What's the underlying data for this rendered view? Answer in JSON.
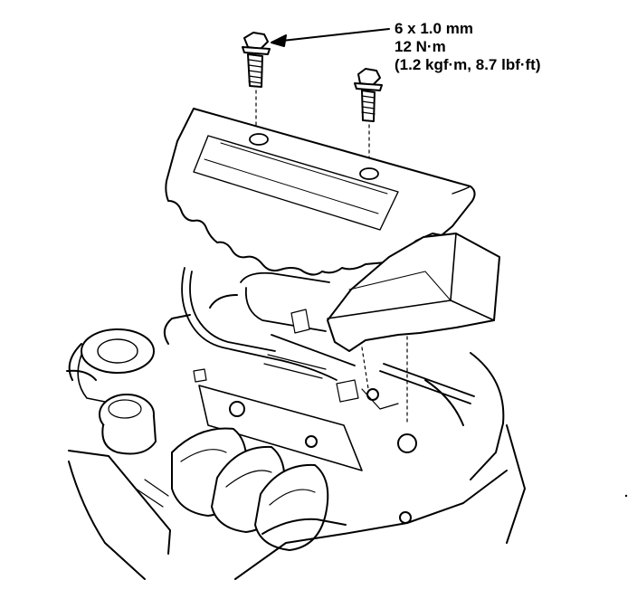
{
  "callout": {
    "bolt_size": "6 x 1.0 mm",
    "torque_nm": "12 N·m",
    "torque_alt": "(1.2 kgf·m, 8.7 lbf·ft)"
  },
  "colors": {
    "line": "#000000",
    "fill": "#ffffff",
    "shade": "#d9d9d9"
  },
  "parts": [
    "flange-bolt",
    "engine-cover",
    "air-intake-duct",
    "intake-manifold",
    "engine-bay"
  ]
}
